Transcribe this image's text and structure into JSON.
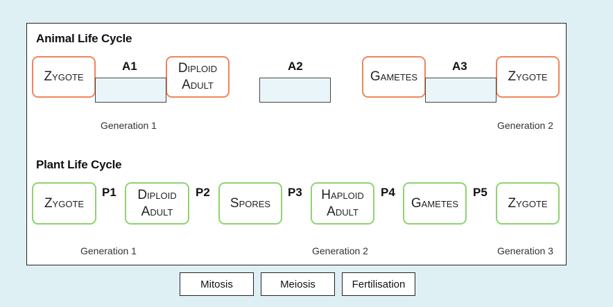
{
  "animal": {
    "title": "Animal Life Cycle",
    "nodes": {
      "zygote1": "Zygote",
      "diploid_line1": "Diploid",
      "diploid_line2": "Adult",
      "gametes": "Gametes",
      "zygote2": "Zygote"
    },
    "arrows": {
      "a1": "A1",
      "a2": "A2",
      "a3": "A3"
    },
    "generations": {
      "gen1": "Generation 1",
      "gen2": "Generation 2"
    }
  },
  "plant": {
    "title": "Plant Life Cycle",
    "nodes": {
      "zygote1": "Zygote",
      "diploid_line1": "Diploid",
      "diploid_line2": "Adult",
      "spores": "Spores",
      "haploid_line1": "Haploid",
      "haploid_line2": "Adult",
      "gametes": "Gametes",
      "zygote2": "Zygote"
    },
    "arrows": {
      "p1": "P1",
      "p2": "P2",
      "p3": "P3",
      "p4": "P4",
      "p5": "P5"
    },
    "generations": {
      "gen1": "Generation 1",
      "gen2": "Generation 2",
      "gen3": "Generation 3"
    }
  },
  "buttons": {
    "mitosis": "Mitosis",
    "meiosis": "Meiosis",
    "fertilisation": "Fertilisation"
  },
  "colors": {
    "animal_border": "#f0845a",
    "plant_border": "#8ed36f",
    "background": "#dff0f5"
  }
}
